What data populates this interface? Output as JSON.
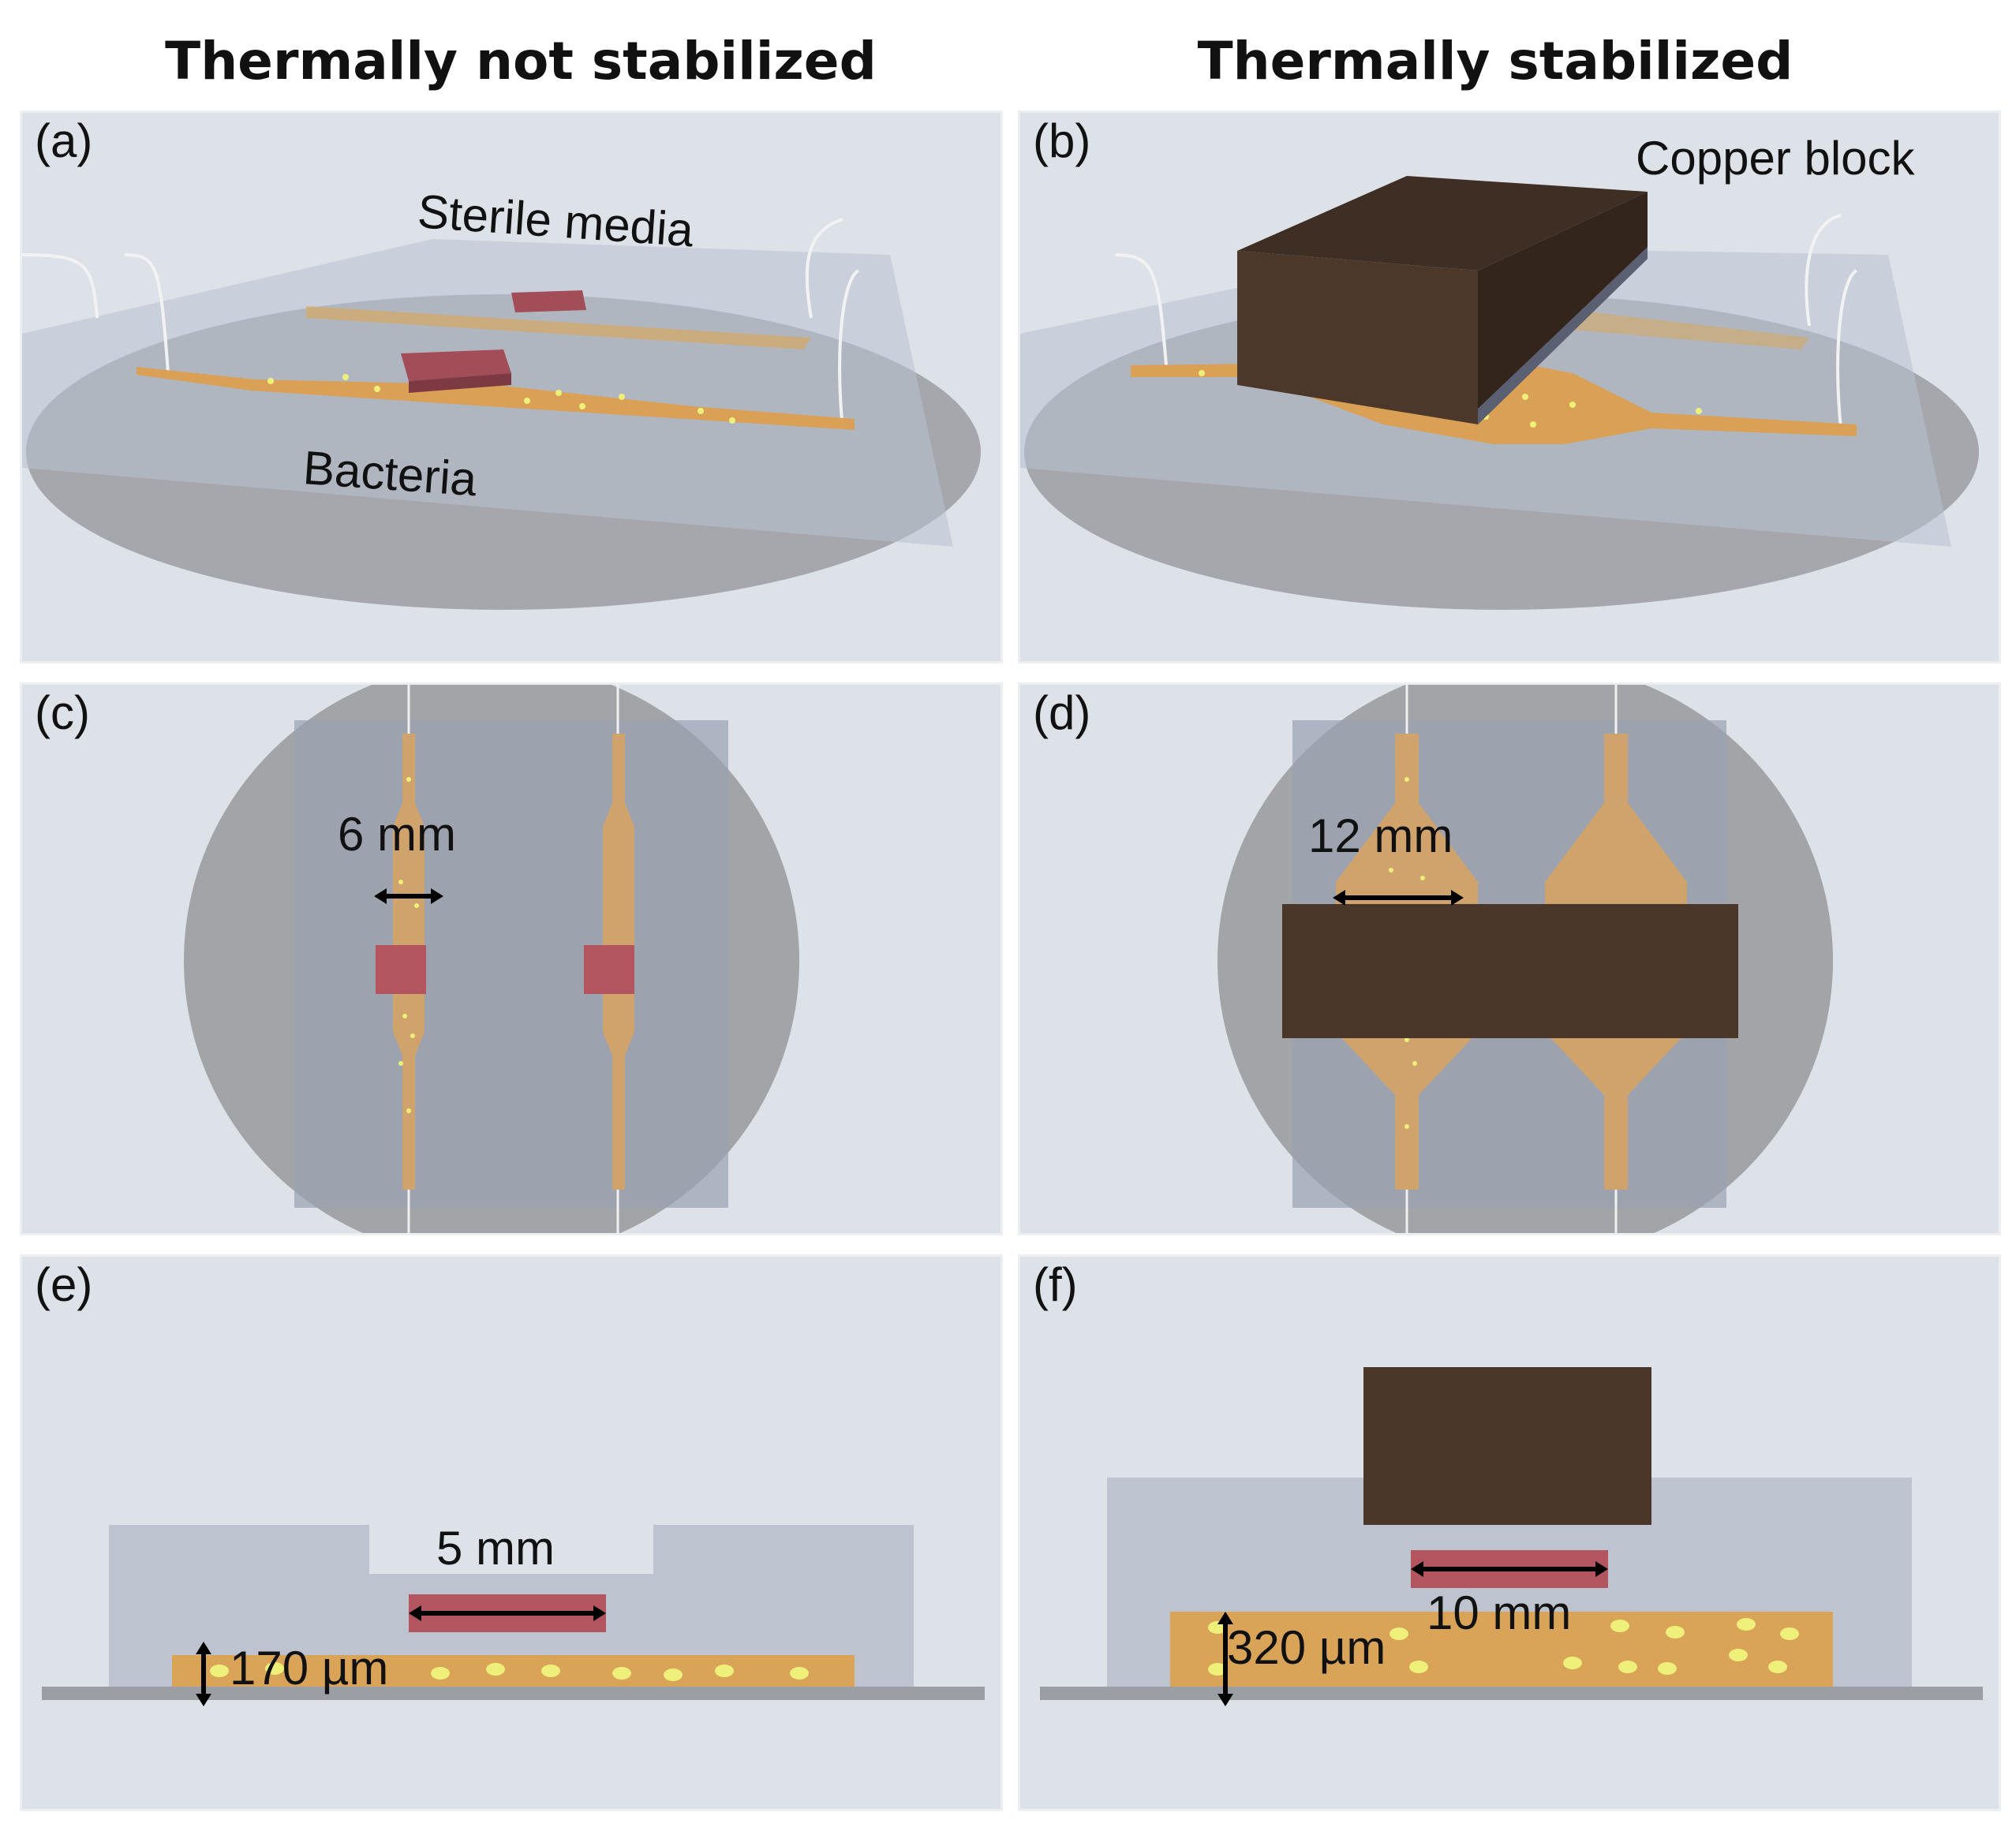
{
  "columns": {
    "left_title": "Thermally not stabilized",
    "right_title": "Thermally stabilized"
  },
  "panels": {
    "a": {
      "label": "(a)",
      "media_label": "Sterile media",
      "bacteria_label": "Bacteria"
    },
    "b": {
      "label": "(b)",
      "block_label": "Copper block"
    },
    "c": {
      "label": "(c)",
      "width_label": "6 mm"
    },
    "d": {
      "label": "(d)",
      "width_label": "12 mm"
    },
    "e": {
      "label": "(e)",
      "length_label": "5 mm",
      "height_label": "170 µm"
    },
    "f": {
      "label": "(f)",
      "length_label": "10 mm",
      "height_label": "320 µm"
    }
  },
  "colors": {
    "panel_bg": "#dde1e8",
    "disc": "#a2a4a8",
    "pdms": "#b8c0cc",
    "channel": "#d9a458",
    "heater": "#b2555e",
    "copper": "#4a372a",
    "bacteria_dot": "#eef07a"
  }
}
